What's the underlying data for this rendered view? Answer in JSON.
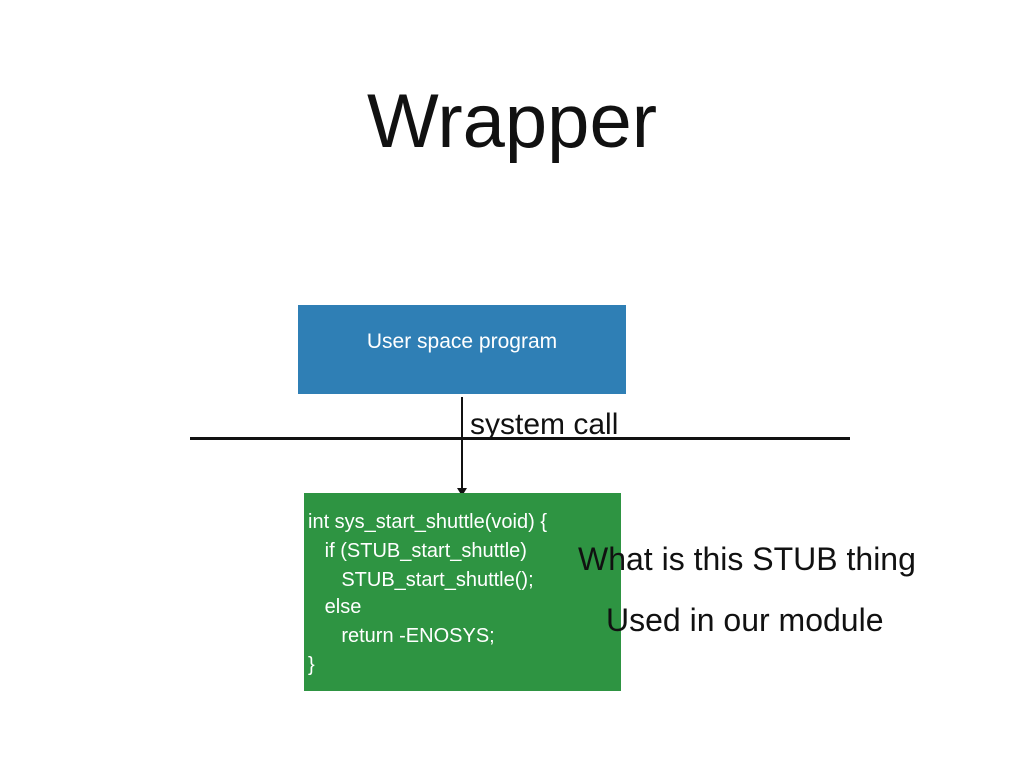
{
  "slide": {
    "title": "Wrapper"
  },
  "diagram": {
    "user_box": {
      "label": "User space program",
      "color": "#2f7fb5"
    },
    "system_call_label": "system call",
    "code_box": {
      "color": "#2e9442",
      "lines": [
        "int sys_start_shuttle(void) {",
        "   if (STUB_start_shuttle)",
        "      STUB_start_shuttle();",
        "   else",
        "      return -ENOSYS;",
        "}"
      ]
    },
    "annotations": {
      "stub_question": "What is this STUB thing",
      "module_note": "Used in our module"
    }
  }
}
